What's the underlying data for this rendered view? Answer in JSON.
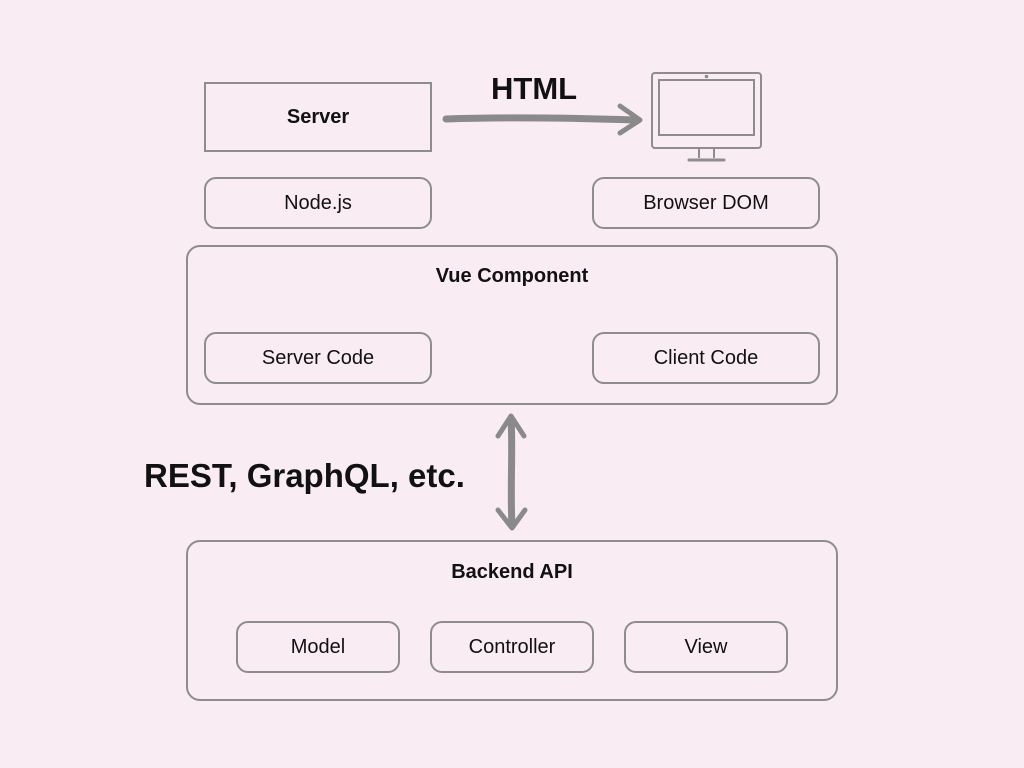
{
  "server": {
    "label": "Server"
  },
  "html_arrow": {
    "label": "HTML"
  },
  "monitor": {
    "icon": "monitor-icon"
  },
  "nodejs": {
    "label": "Node.js"
  },
  "browser_dom": {
    "label": "Browser DOM"
  },
  "vue_component": {
    "title": "Vue Component",
    "server_code": "Server Code",
    "client_code": "Client Code"
  },
  "api_link": {
    "label": "REST, GraphQL, etc."
  },
  "backend": {
    "title": "Backend API",
    "model": "Model",
    "controller": "Controller",
    "view": "View"
  },
  "colors": {
    "background": "#f9ecf3",
    "border": "#8d8d8d",
    "arrow": "#8a8a8a"
  }
}
